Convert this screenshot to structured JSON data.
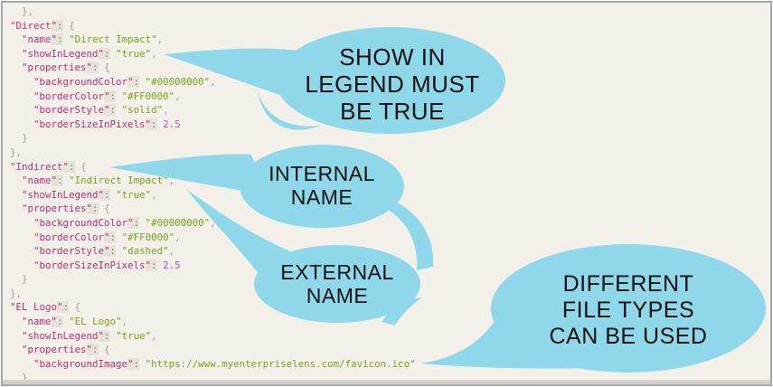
{
  "colors": {
    "background": "#f3f0ea",
    "bubble": "#8ed8ea",
    "key": "#bd2f72",
    "string": "#7ba11e",
    "number": "#c44fb0",
    "punctuation": "#a5a09b",
    "border_red": "#FF0000",
    "background_transparent": "#00000000"
  },
  "code": {
    "language": "json",
    "lines": [
      "  },",
      "\"Direct\": {",
      "  \"name\": \"Direct Impact\",",
      "  \"showInLegend\": \"true\",",
      "  \"properties\": {",
      "    \"backgroundColor\": \"#00000000\",",
      "    \"borderColor\": \"#FF0000\",",
      "    \"borderStyle\": \"solid\",",
      "    \"borderSizeInPixels\": 2.5",
      "  }",
      "},",
      "\"Indirect\": {",
      "  \"name\": \"Indirect Impact\",",
      "  \"showInLegend\": \"true\",",
      "  \"properties\": {",
      "    \"backgroundColor\": \"#00000000\",",
      "    \"borderColor\": \"#FF0000\",",
      "    \"borderStyle\": \"dashed\",",
      "    \"borderSizeInPixels\": 2.5",
      "  }",
      "},",
      "\"EL Logo\": {",
      "  \"name\": \"EL Logo\",",
      "  \"showInLegend\": \"true\",",
      "  \"properties\": {",
      "    \"backgroundImage\": \"https://www.myenterpriselens.com/favicon.ico\"",
      "  }"
    ]
  },
  "callouts": [
    {
      "id": "show-in-legend",
      "lines": [
        "SHOW IN",
        "LEGEND MUST",
        "BE TRUE"
      ]
    },
    {
      "id": "internal-name",
      "lines": [
        "INTERNAL",
        "NAME"
      ]
    },
    {
      "id": "external-name",
      "lines": [
        "EXTERNAL",
        "NAME"
      ]
    },
    {
      "id": "file-types",
      "lines": [
        "DIFFERENT",
        "FILE TYPES",
        "CAN BE USED"
      ]
    }
  ]
}
